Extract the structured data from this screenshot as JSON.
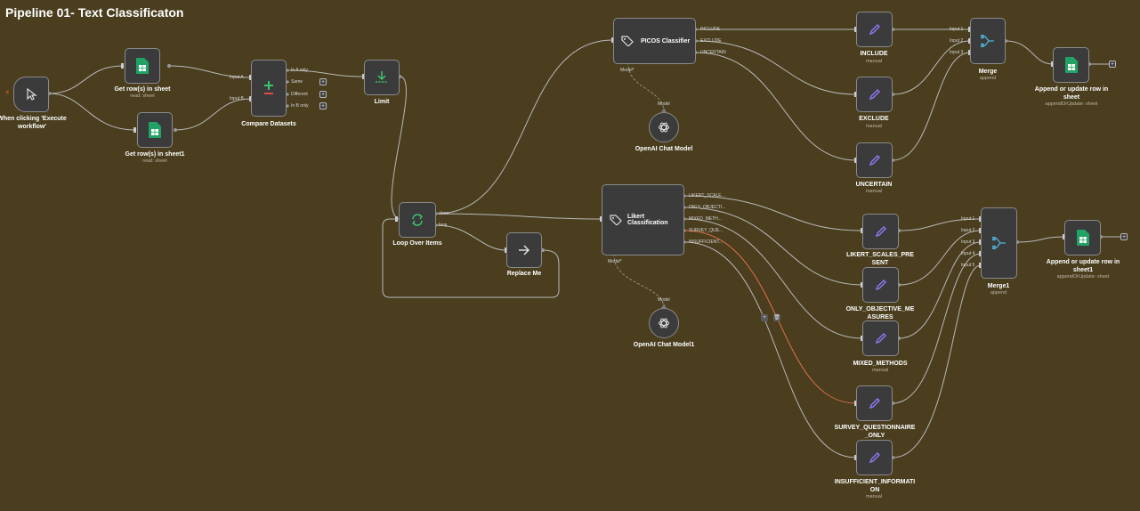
{
  "canvas": {
    "title": "Pipeline 01- Text Classificaton",
    "colors": {
      "background": "#4a3e1f",
      "node": "#3b3b3b",
      "edge": "#b8b8b8",
      "sheets": "#21a366",
      "edit": "#8b7cf6",
      "merge": "#4fb3d9",
      "highlight": "#e0704a"
    }
  },
  "nodes": {
    "trigger": {
      "label": "When clicking 'Execute workflow'"
    },
    "get_rows": {
      "label": "Get row(s) in sheet",
      "sub": "read: sheet"
    },
    "get_rows1": {
      "label": "Get row(s) in sheet1",
      "sub": "read: sheet"
    },
    "compare": {
      "label": "Compare Datasets",
      "in_a": "Input A",
      "in_b": "Input B",
      "out": [
        "In A only",
        "Same",
        "Different",
        "In B only"
      ]
    },
    "limit": {
      "label": "Limit"
    },
    "loop": {
      "label": "Loop Over Items",
      "out_done": "done",
      "out_loop": "loop"
    },
    "replace": {
      "label": "Replace Me"
    },
    "picos": {
      "label": "PICOS Classifier",
      "model_port": "Model*",
      "out": [
        "INCLUDE",
        "EXCLUDE",
        "UNCERTAIN"
      ]
    },
    "openai1": {
      "label": "OpenAI Chat Model",
      "port": "Model"
    },
    "likert": {
      "label": "Likert Classification",
      "model_port": "Model*",
      "out": [
        "LIKERT_SCALE...",
        "ONLY_OBJECTI...",
        "MIXED_METH...",
        "SURVEY_QUE...",
        "INSUFFICIENT..."
      ]
    },
    "openai2": {
      "label": "OpenAI Chat Model1",
      "port": "Model"
    },
    "include": {
      "label": "INCLUDE",
      "sub": "manual"
    },
    "exclude": {
      "label": "EXCLUDE",
      "sub": "manual"
    },
    "uncertain": {
      "label": "UNCERTAIN",
      "sub": "manual"
    },
    "merge": {
      "label": "Merge",
      "sub": "append",
      "inputs": [
        "Input 1",
        "Input 2",
        "Input 3"
      ]
    },
    "append1": {
      "label": "Append or update row in sheet",
      "sub": "appendOrUpdate: sheet"
    },
    "likert_present": {
      "label": "LIKERT_SCALES_PRESENT"
    },
    "only_objective": {
      "label": "ONLY_OBJECTIVE_MEASURES"
    },
    "mixed": {
      "label": "MIXED_METHODS",
      "sub": "manual"
    },
    "survey": {
      "label": "SURVEY_QUESTIONNAIRE_ONLY"
    },
    "insufficient": {
      "label": "INSUFFICIENT_INFORMATION",
      "sub": "manual"
    },
    "merge1": {
      "label": "Merge1",
      "sub": "append",
      "inputs": [
        "Input 1",
        "Input 2",
        "Input 3",
        "Input 4",
        "Input 5"
      ]
    },
    "append2": {
      "label": "Append or update row in sheet1",
      "sub": "appendOrUpdate: sheet"
    }
  },
  "icons": {
    "trigger": "cursor-icon",
    "sheets": "google-sheets-icon",
    "compare": "plus-minus-icon",
    "limit": "limit-icon",
    "loop": "loop-icon",
    "replace": "arrow-right-icon",
    "classifier": "tag-icon",
    "openai": "openai-icon",
    "edit": "pencil-icon",
    "merge": "merge-icon"
  }
}
